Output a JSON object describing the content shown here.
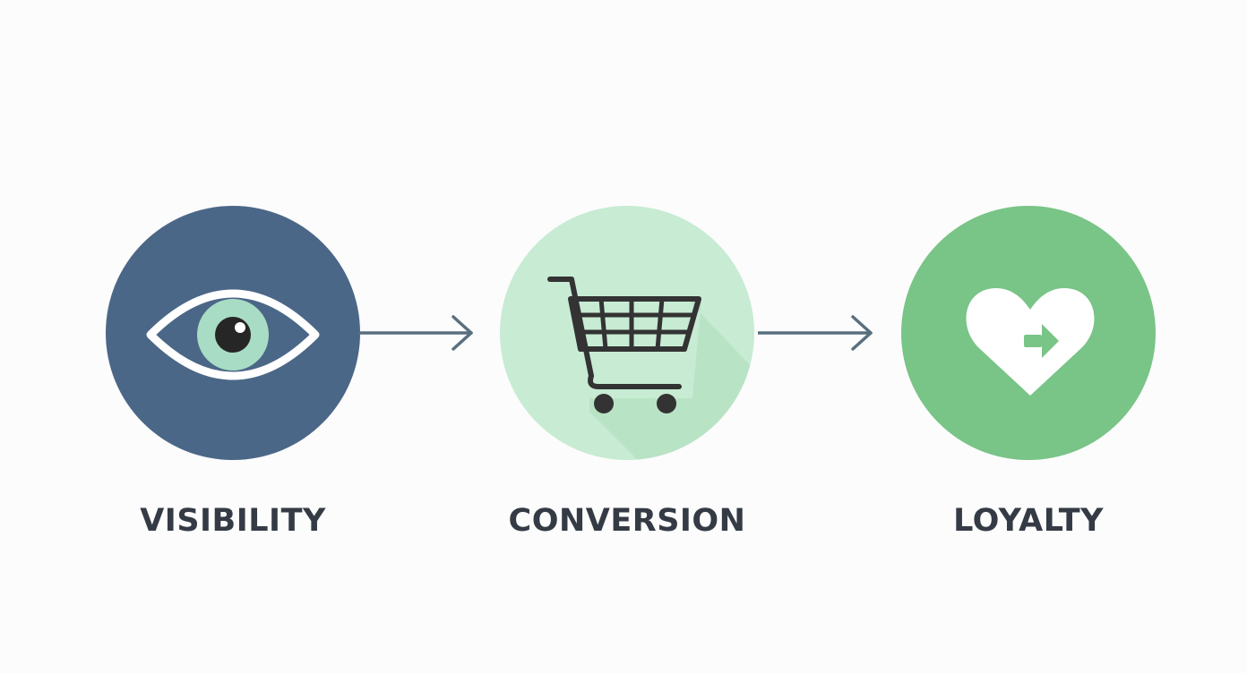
{
  "colors": {
    "visibility_circle": "#4b6787",
    "conversion_circle": "#c7ebd3",
    "loyalty_circle": "#79c487",
    "arrow": "#5a6f7e",
    "label_text": "#353b45"
  },
  "steps": [
    {
      "label": "VISIBILITY",
      "icon": "eye-icon"
    },
    {
      "label": "CONVERSION",
      "icon": "shopping-cart-icon"
    },
    {
      "label": "LOYALTY",
      "icon": "heart-arrow-icon"
    }
  ]
}
